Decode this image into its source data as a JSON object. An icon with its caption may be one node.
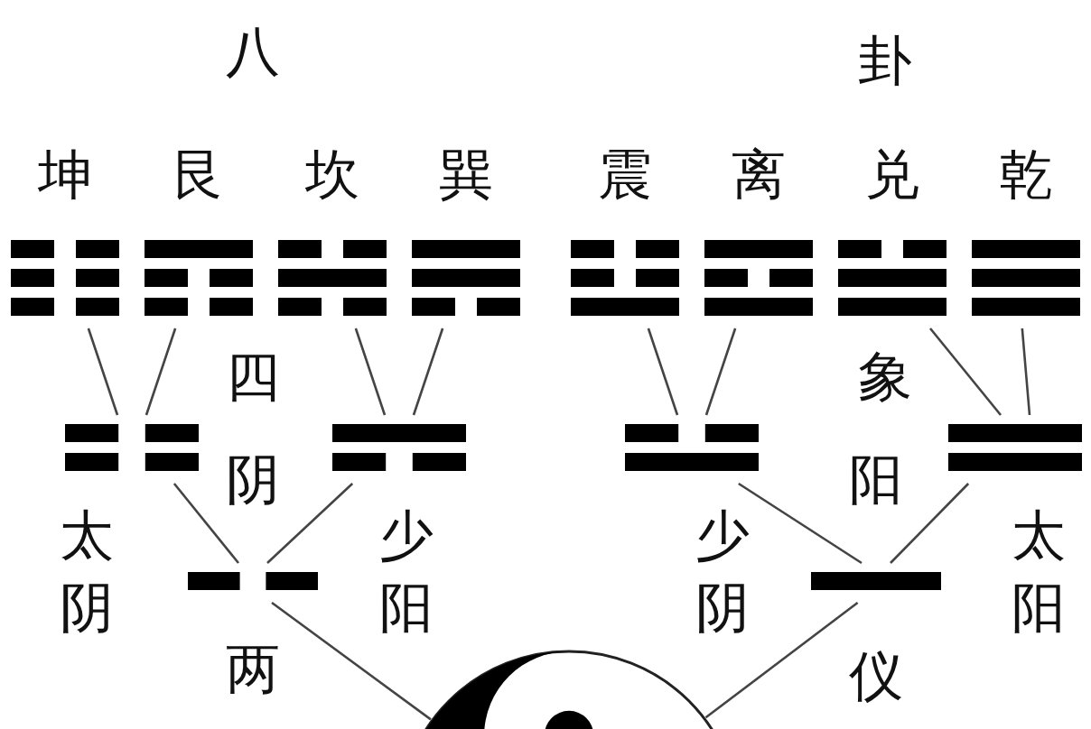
{
  "diagram": {
    "nodes": [
      {
        "text": [
          "坤"
        ]
      },
      {
        "text": [
          "艮"
        ]
      },
      {
        "text": [
          "坎"
        ]
      },
      {
        "text": [
          "巽"
        ]
      },
      {
        "text": [
          "震"
        ]
      },
      {
        "text": [
          "离"
        ]
      },
      {
        "text": [
          "兑"
        ]
      },
      {
        "text": [
          "乾"
        ]
      },
      {
        "text": [
          "太阴"
        ]
      },
      {
        "text": [
          "少阳"
        ]
      },
      {
        "text": [
          "少阴"
        ]
      },
      {
        "text": [
          "太阳"
        ]
      },
      {
        "text": [
          "阴"
        ]
      },
      {
        "text": [
          "阳"
        ]
      },
      {
        "text": [],
        "shape": "picture"
      }
    ],
    "edges": [
      {
        "from": 0,
        "to": 8,
        "arrow": "none"
      },
      {
        "from": 1,
        "to": 8,
        "arrow": "none"
      },
      {
        "from": 2,
        "to": 9,
        "arrow": "none"
      },
      {
        "from": 3,
        "to": 9,
        "arrow": "none"
      },
      {
        "from": 4,
        "to": 10,
        "arrow": "none"
      },
      {
        "from": 5,
        "to": 10,
        "arrow": "none"
      },
      {
        "from": 6,
        "to": 11,
        "arrow": "none"
      },
      {
        "from": 7,
        "to": 11,
        "arrow": "none"
      },
      {
        "from": 8,
        "to": 12,
        "arrow": "none"
      },
      {
        "from": 9,
        "to": 12,
        "arrow": "none"
      },
      {
        "from": 10,
        "to": 13,
        "arrow": "none"
      },
      {
        "from": 11,
        "to": 13,
        "arrow": "none"
      },
      {
        "from": 12,
        "to": 14,
        "arrow": "none"
      },
      {
        "from": 13,
        "to": 14,
        "arrow": "none"
      }
    ],
    "labels": [
      "八",
      "卦",
      "四",
      "象",
      "两",
      "仪"
    ]
  }
}
